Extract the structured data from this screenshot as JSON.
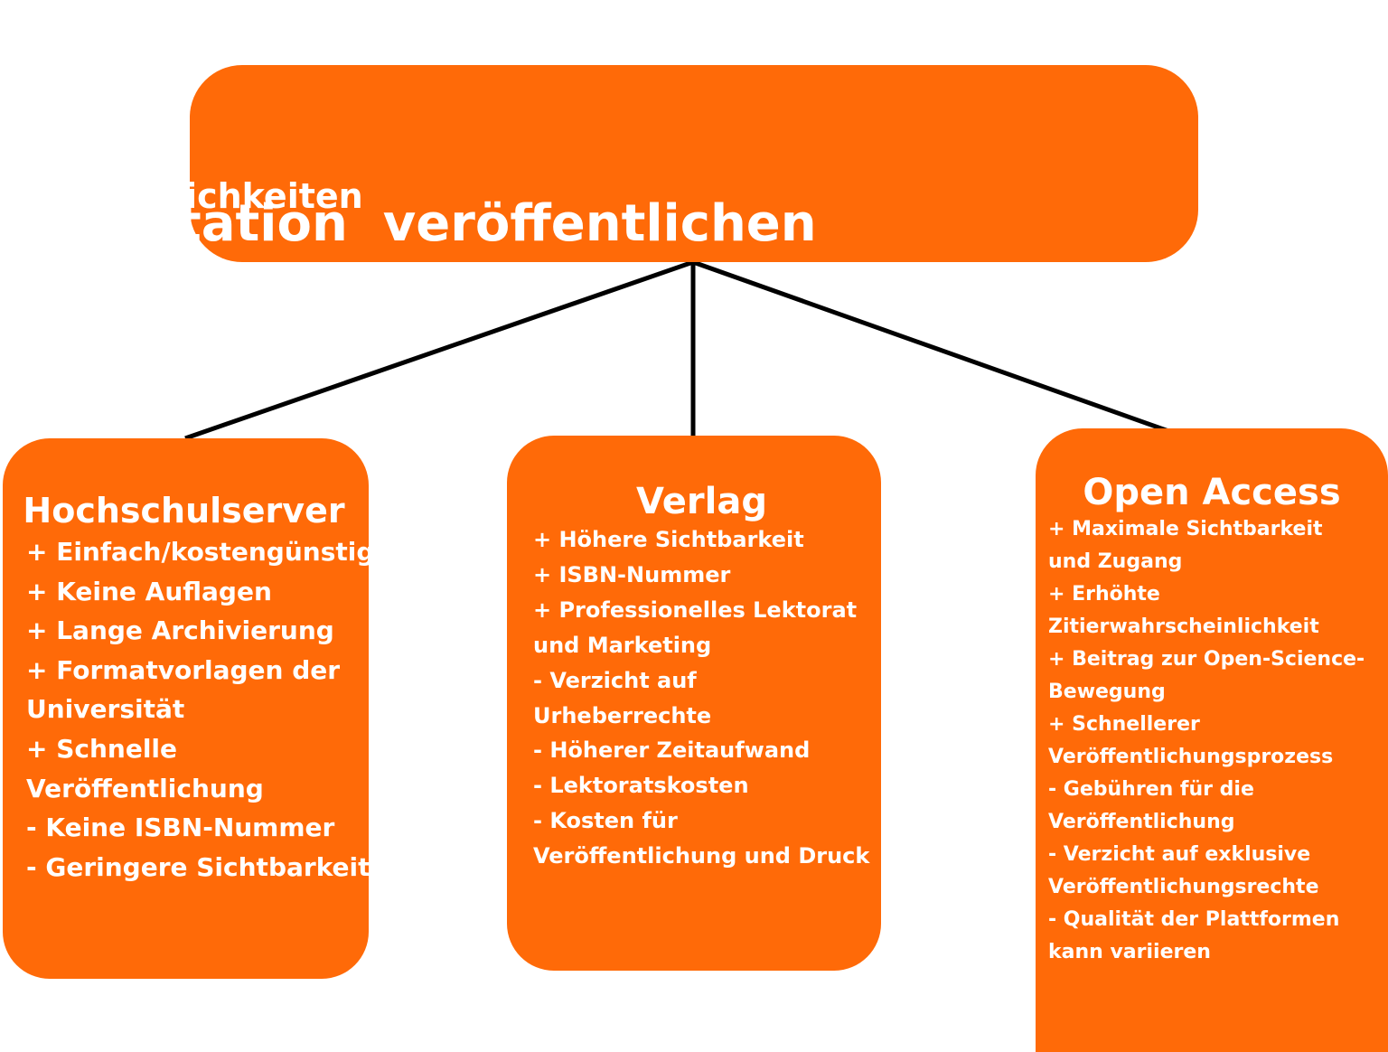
{
  "root": {
    "title": "Dissertation  veröffentlichen",
    "subtitle": "Ihre Möglichkeiten"
  },
  "colors": {
    "box_fill": "#ff6a08",
    "text": "#ffffff",
    "connector": "#000000",
    "background": "#ffffff"
  },
  "options": [
    {
      "title": "Hochschulserver",
      "items": [
        "+ Einfach/kostengünstig",
        "+ Keine Auflagen",
        "+ Lange Archivierung",
        "+ Formatvorlagen der",
        "Universität",
        "+ Schnelle",
        "Veröffentlichung",
        "- Keine ISBN-Nummer",
        "- Geringere Sichtbarkeit"
      ]
    },
    {
      "title": "Verlag",
      "items": [
        "+ Höhere Sichtbarkeit",
        "+ ISBN-Nummer",
        "+ Professionelles Lektorat",
        "und Marketing",
        "- Verzicht auf",
        "Urheberrechte",
        "- Höherer Zeitaufwand",
        "- Lektoratskosten",
        "- Kosten für",
        "Veröffentlichung und Druck"
      ]
    },
    {
      "title": "Open Access",
      "items": [
        "+ Maximale Sichtbarkeit",
        "und Zugang",
        "+ Erhöhte",
        "Zitierwahrscheinlichkeit",
        "+ Beitrag zur Open-Science-",
        "Bewegung",
        "+ Schnellerer",
        "Veröffentlichungsprozess",
        "- Gebühren für die",
        "Veröffentlichung",
        "- Verzicht auf exklusive",
        "Veröffentlichungsrechte",
        "- Qualität der Plattformen",
        "kann variieren"
      ]
    }
  ]
}
